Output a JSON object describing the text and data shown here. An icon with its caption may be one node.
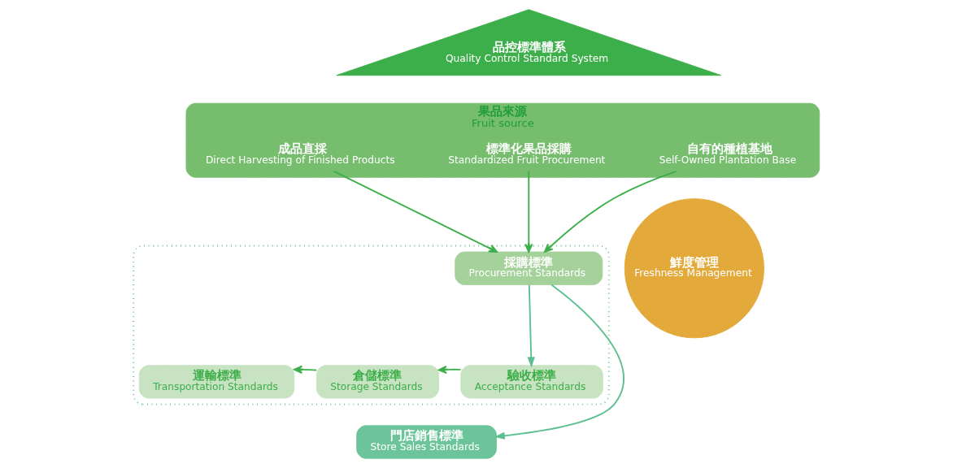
{
  "diagram": {
    "nodes": [
      {
        "text": [
          "品控標準體系",
          "Quality Control Standard System"
        ]
      },
      {
        "text": [
          "果品來源",
          "Fruit source"
        ]
      },
      {
        "text": [
          "自有的種植基地",
          "Self-Owned Plantation Base"
        ],
        "in": 1
      },
      {
        "text": [
          "標準化果品採購",
          "Standardized Fruit Procurement"
        ],
        "in": 1
      },
      {
        "text": [
          "成品直採",
          "Direct Harvesting of Finished Products"
        ],
        "in": 1
      },
      {
        "text": [],
        "shape": "box"
      },
      {
        "text": [
          "採購標準",
          "Procurement Standards"
        ],
        "in": 5
      },
      {
        "text": [
          "運輸標準",
          "Transportation Standards"
        ],
        "in": 5
      },
      {
        "text": [
          "倉儲標準",
          "Storage Standards"
        ],
        "in": 5
      },
      {
        "text": [
          "驗收標準",
          "Acceptance Standards"
        ],
        "in": 5
      },
      {
        "text": [
          "門店銷售標準",
          "Store Sales Standards"
        ]
      },
      {
        "text": [
          "鮮度管理",
          "Freshness Management"
        ]
      }
    ],
    "edges": [
      {
        "from": 2,
        "to": 6,
        "arrow": "to"
      },
      {
        "from": 3,
        "to": 6,
        "arrow": "to"
      },
      {
        "from": 4,
        "to": 6,
        "arrow": "to"
      },
      {
        "from": 6,
        "to": 9,
        "arrow": "to",
        "color": "#5bbf8f"
      },
      {
        "from": 9,
        "to": 8,
        "arrow": "to"
      },
      {
        "from": 8,
        "to": 7,
        "arrow": "to"
      },
      {
        "from": 6,
        "to": 10,
        "arrow": "to",
        "color": "#5bbf8f"
      }
    ]
  }
}
